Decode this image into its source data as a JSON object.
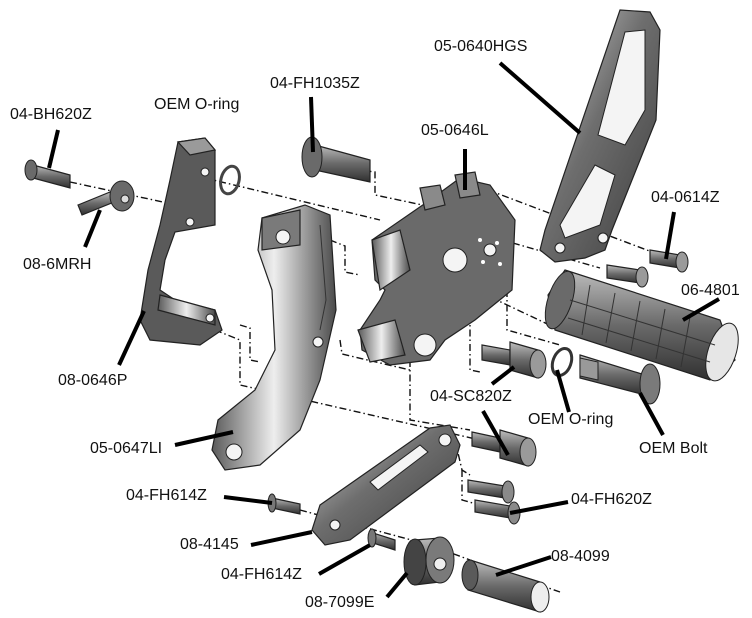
{
  "diagram": {
    "title": "Rearset exploded view",
    "colors": {
      "part_dark": "#4a4a4a",
      "part_mid": "#7a7a7a",
      "part_light": "#c8c8c8",
      "leader": "#000000",
      "background": "#ffffff"
    },
    "labels": {
      "bh620z": "04-BH620Z",
      "oem_oring_top": "OEM O-ring",
      "fh1035z": "04-FH1035Z",
      "hgs": "05-0640HGS",
      "l0646": "05-0646L",
      "z0614": "04-0614Z",
      "mrh": "08-6MRH",
      "r4801": "06-4801",
      "p0646": "08-0646P",
      "sc820z": "04-SC820Z",
      "oem_oring_bottom": "OEM O-ring",
      "oem_bolt": "OEM Bolt",
      "li0647": "05-0647LI",
      "fh614z_a": "04-FH614Z",
      "fh620z": "04-FH620Z",
      "l4145": "08-4145",
      "fh614z_b": "04-FH614Z",
      "e7099": "08-7099E",
      "l4099": "08-4099"
    }
  }
}
